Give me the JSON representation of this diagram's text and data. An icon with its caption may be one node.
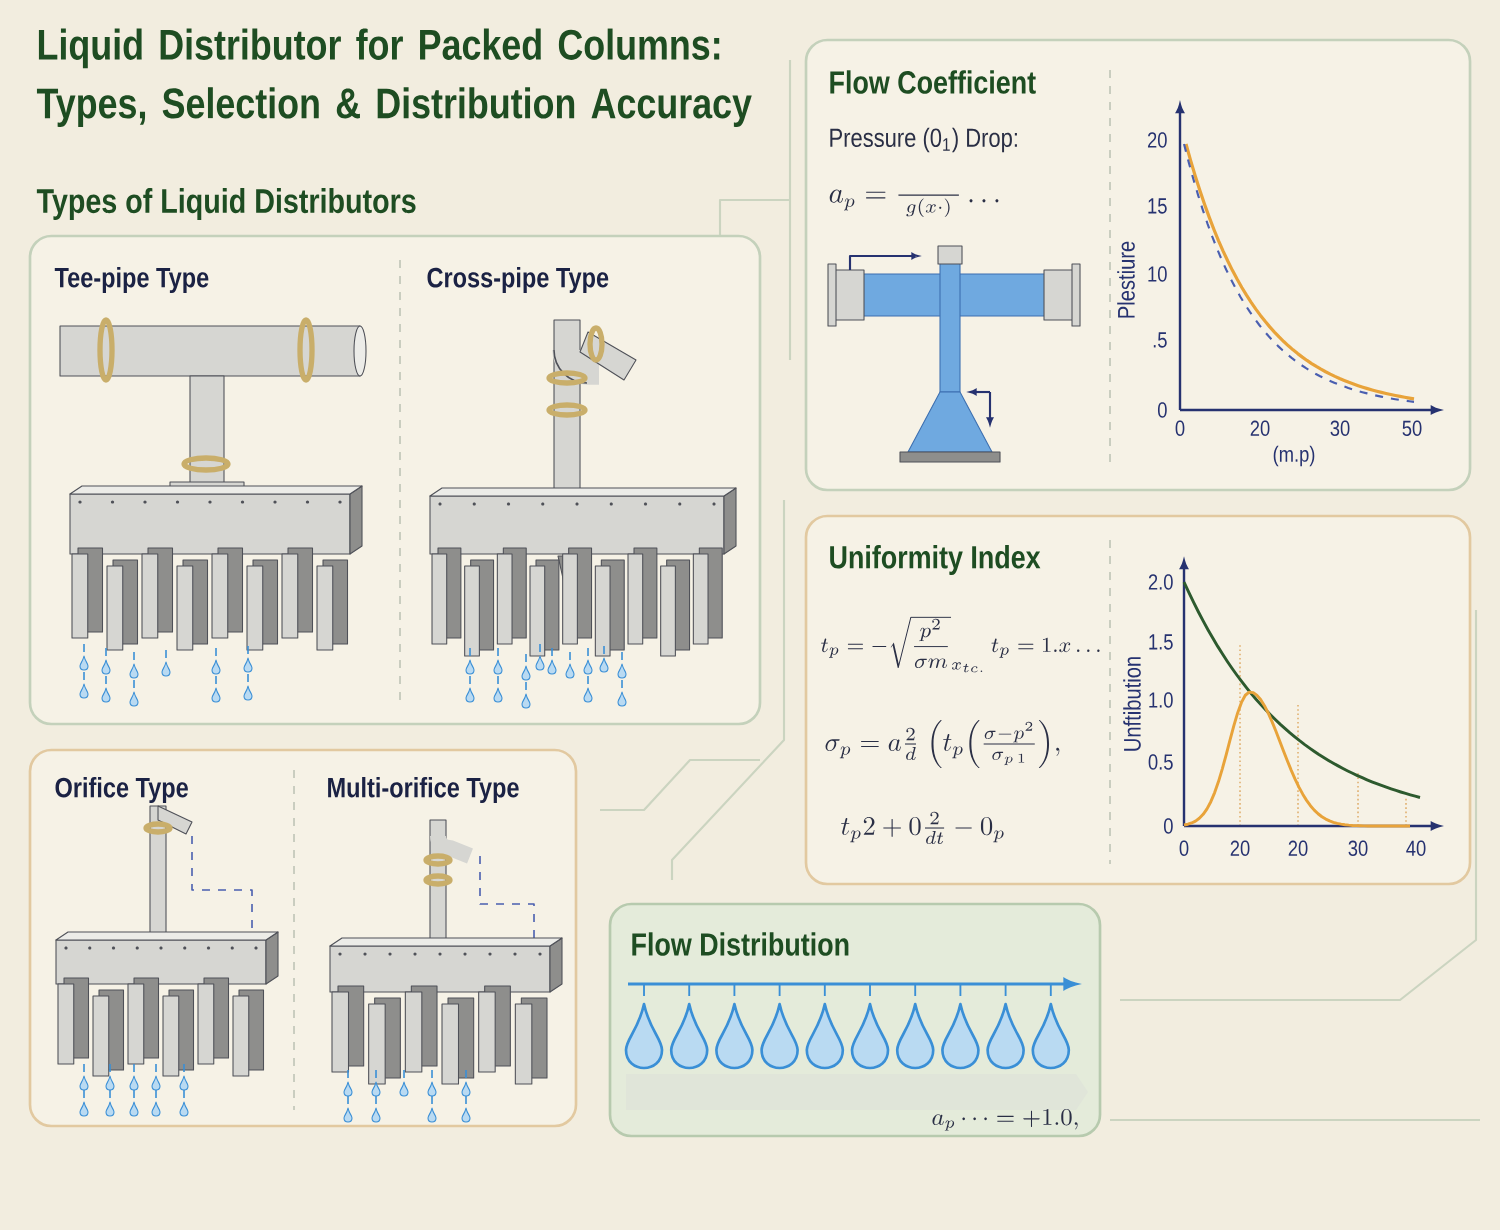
{
  "diagram": {
    "title": "Liquid Distributor for Packed Columns: Types, Selection & Distribution Accuracy",
    "nodes": [
      {
        "text": [
          "Tee-pipe Type",
          "Cross-pipe Type"
        ]
      },
      {
        "text": [
          "Orifice Type",
          "Multi-orifice Type"
        ]
      },
      {
        "text": [
          "Flow Coefficient"
        ]
      },
      {
        "text": [
          "Uniformity Index"
        ]
      },
      {
        "text": [
          "Flow Distribution"
        ]
      }
    ],
    "labels": [
      "Types of Liquid Distributors",
      "Pressure (0$_{1}$) Drop:",
      "a_p = \\frac{\\phantom{xxxxx}}{g(x\\cdot)} \\dots",
      "20",
      "15",
      "10",
      ".5",
      "0",
      "0",
      "20",
      "30",
      "50",
      "Plestiure",
      "(m.p)",
      "t_p = -\\sqrt{\\dfrac{p^2}{\\sigma m}}_{x_{tc.}}\\, t_p = 1.x\\ldots",
      "\\sigma_p = a\\frac{2}{d}\\;\\Bigl(t_p\\Bigl(\\frac{\\sigma - p^2}{\\sigma_{p\\,1}}\\Bigr),",
      "t_p 2 + 0\\frac{2}{dt} - 0_p",
      "2.0",
      "1.5",
      "1.0",
      "0.5",
      "0",
      "0",
      "20",
      "20",
      "30",
      "40",
      "Unftibution",
      "a_p \\dots = + 1.0,"
    ]
  }
}
